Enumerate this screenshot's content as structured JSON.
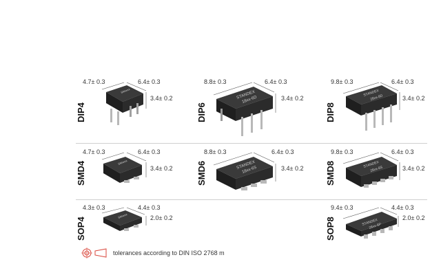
{
  "packages": [
    {
      "name": "DIP4",
      "length": "4.7± 0.3",
      "width": "6.4± 0.3",
      "height": "3.4± 0.2"
    },
    {
      "name": "DIP6",
      "length": "8.8± 0.3",
      "width": "6.4± 0.3",
      "height": "3.4± 0.2"
    },
    {
      "name": "DIP8",
      "length": "9.8± 0.3",
      "width": "6.4± 0.3",
      "height": "3.4± 0.2"
    },
    {
      "name": "SMD4",
      "length": "4.7± 0.3",
      "width": "6.4± 0.3",
      "height": "3.4± 0.2"
    },
    {
      "name": "SMD6",
      "length": "8.8± 0.3",
      "width": "6.4± 0.3",
      "height": "3.4± 0.2"
    },
    {
      "name": "SMD8",
      "length": "9.8± 0.3",
      "width": "6.4± 0.3",
      "height": "3.4± 0.2"
    },
    {
      "name": "SOP4",
      "length": "4.3± 0.3",
      "width": "4.4± 0.3",
      "height": "2.0± 0.2"
    },
    {
      "name": "SOP8",
      "length": "9.4± 0.3",
      "width": "4.4± 0.3",
      "height": "2.0± 0.2"
    }
  ],
  "chip_marking": {
    "brand": "STANDEX",
    "dip4": "SMxxxx",
    "dip6": "18xx-6D",
    "dip8": "28xx-8D",
    "smd4": "SMxxxx",
    "smd6": "18xx-6S",
    "smd8": "28xx-8S",
    "sop4": "SMxxxx",
    "sop8": "28xx-8P"
  },
  "legend": {
    "text": "tolerances according to DIN ISO 2768 m"
  },
  "colors": {
    "chip_body": "#262626",
    "chip_top": "#3a3a3a",
    "pin": "#b8b8b8",
    "divider": "#cfcfcf",
    "symbol": "#d9463b"
  }
}
